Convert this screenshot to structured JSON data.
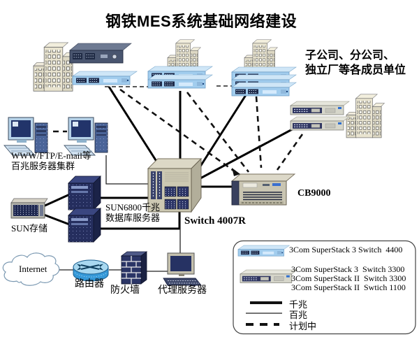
{
  "title": "钢铁MES系统基础网络建设",
  "branch_note": {
    "line1": "子公司、分公司、",
    "line2": "独立厂等各成员单位"
  },
  "server_cluster": {
    "line1": "WWW/FTP/E-mail等",
    "line2": "百兆服务器集群"
  },
  "database": {
    "line1": "SUN6800千兆",
    "line2": "数据库服务器"
  },
  "storage_label": "SUN存储",
  "internet_label": "Internet",
  "router_label": "路由器",
  "firewall_label": "防火墙",
  "proxy_label": "代理服务器",
  "core_switch_label": "Switch 4007R",
  "cb9000_label": "CB9000",
  "legend": {
    "switch_4400": "3Com SuperStack 3 Switch  4400",
    "switch_3300a": "3Com SuperStack 3  Switch 3300",
    "switch_3300b": "3Com SuperStack II  Switch 3300",
    "switch_1100": "3Com SuperStack II  Swtich 1100",
    "gigabit": "千兆",
    "fast": "百兆",
    "planned": "计划中"
  },
  "colors": {
    "switch_blue": "#a2cdee",
    "device_navy": "#2c3566",
    "router_blue": "#3498d8",
    "chassis_beige": "#ccc8b2",
    "line_black": "#000000"
  }
}
